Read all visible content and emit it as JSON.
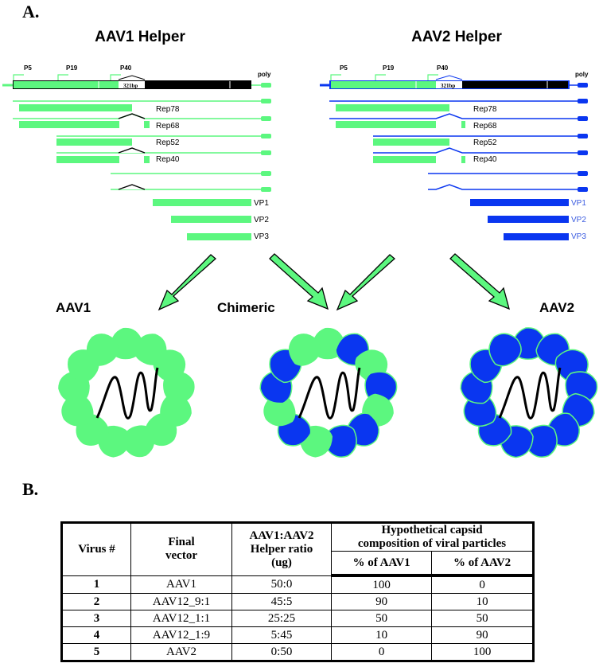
{
  "panel_a": {
    "label": "A.",
    "helpers": [
      {
        "title": "AAV1 Helper",
        "promoters": [
          "P5",
          "P19",
          "P40"
        ],
        "intron_label": "321bp",
        "polya_label": "poly",
        "rep_proteins": [
          "Rep78",
          "Rep68",
          "Rep52",
          "Rep40"
        ],
        "cap_proteins": [
          "VP1",
          "VP2",
          "VP3"
        ],
        "cap_color": "#5cf77f"
      },
      {
        "title": "AAV2 Helper",
        "promoters": [
          "P5",
          "P19",
          "P40"
        ],
        "intron_label": "321bp",
        "polya_label": "poly",
        "rep_proteins": [
          "Rep78",
          "Rep68",
          "Rep52",
          "Rep40"
        ],
        "cap_proteins": [
          "VP1",
          "VP2",
          "VP3"
        ],
        "cap_color": "#0a36f0"
      }
    ],
    "virions": [
      {
        "title": "AAV1",
        "composition": "all AAV1 capsid subunits"
      },
      {
        "title": "Chimeric",
        "composition": "mixed AAV1/AAV2 capsid subunits"
      },
      {
        "title": "AAV2",
        "composition": "all AAV2 capsid subunits"
      }
    ],
    "colors": {
      "aav1_green": "#5cf77f",
      "aav2_blue": "#0a36f0",
      "arrow_fill": "#5cf77f"
    }
  },
  "panel_b": {
    "label": "B.",
    "headers": {
      "virus": "Virus #",
      "vector_line1": "Final",
      "vector_line2": "vector",
      "ratio_line1": "AAV1:AAV2",
      "ratio_line2": "Helper ratio",
      "ratio_line3": "(ug)",
      "composition_line1": "Hypothetical capsid",
      "composition_line2": "composition of viral particles",
      "pct_aav1": "% of AAV1",
      "pct_aav2": "% of AAV2"
    },
    "rows": [
      {
        "virus": "1",
        "vector": "AAV1",
        "ratio": "50:0",
        "pct_aav1": "100",
        "pct_aav2": "0"
      },
      {
        "virus": "2",
        "vector": "AAV12_9:1",
        "ratio": "45:5",
        "pct_aav1": "90",
        "pct_aav2": "10"
      },
      {
        "virus": "3",
        "vector": "AAV12_1:1",
        "ratio": "25:25",
        "pct_aav1": "50",
        "pct_aav2": "50"
      },
      {
        "virus": "4",
        "vector": "AAV12_1:9",
        "ratio": "5:45",
        "pct_aav1": "10",
        "pct_aav2": "90"
      },
      {
        "virus": "5",
        "vector": "AAV2",
        "ratio": "0:50",
        "pct_aav1": "0",
        "pct_aav2": "100"
      }
    ]
  }
}
